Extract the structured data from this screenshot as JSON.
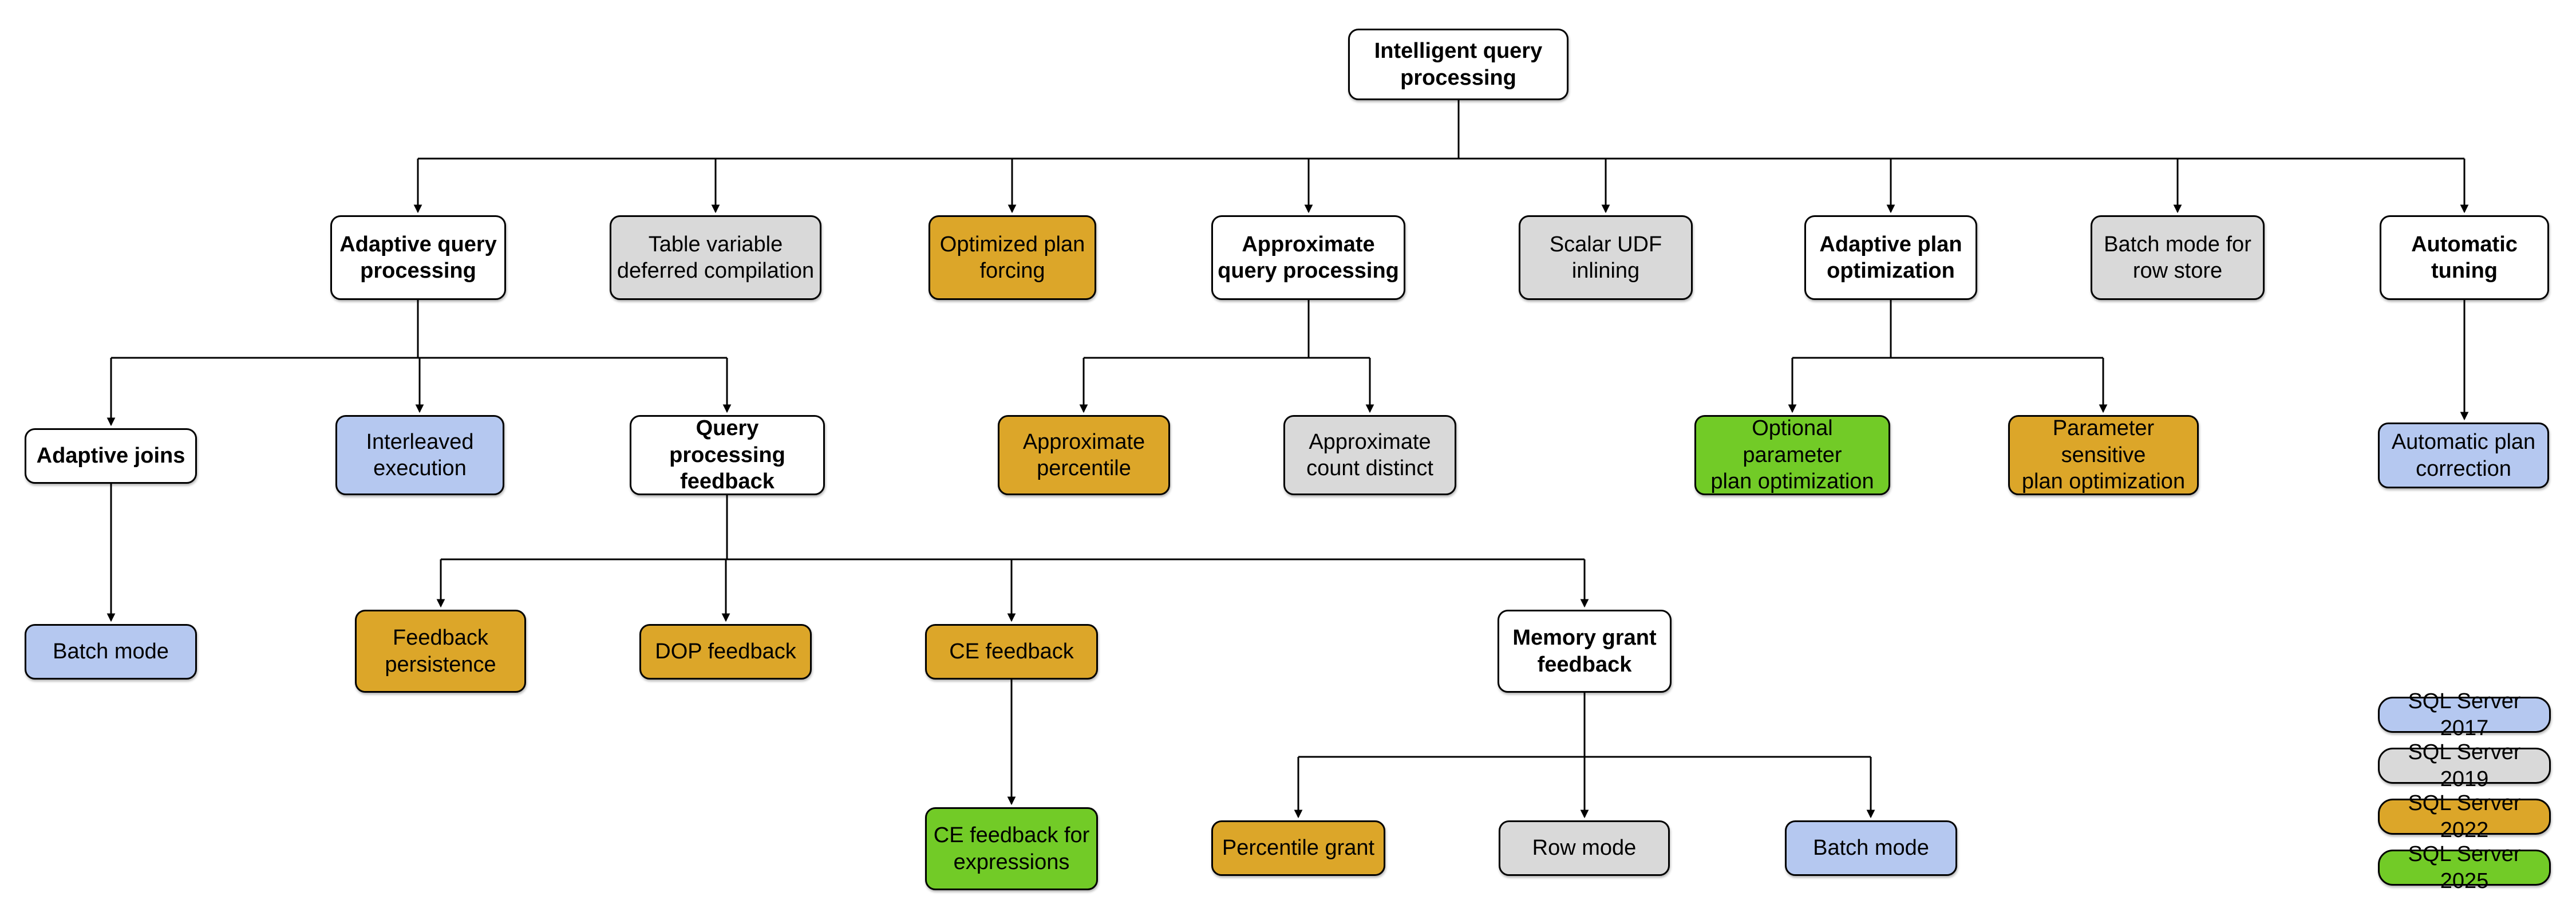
{
  "diagram_title": "Intelligent query processing",
  "style": {
    "connector_color": "#000000",
    "node_border_color": "#000000",
    "background": "#FFFFFF"
  },
  "nodes": [
    {
      "id": "intelligent-query-processing",
      "label": "Intelligent query\nprocessing",
      "version": "none"
    },
    {
      "id": "adaptive-query-processing",
      "label": "Adaptive query\nprocessing",
      "version": "none"
    },
    {
      "id": "table-variable-deferred-compilation",
      "label": "Table variable\ndeferred compilation",
      "version": "2019"
    },
    {
      "id": "optimized-plan-forcing",
      "label": "Optimized plan\nforcing",
      "version": "2022"
    },
    {
      "id": "approximate-query-processing",
      "label": "Approximate\nquery processing",
      "version": "none"
    },
    {
      "id": "scalar-udf-inlining",
      "label": "Scalar UDF\ninlining",
      "version": "2019"
    },
    {
      "id": "adaptive-plan-optimization",
      "label": "Adaptive plan\noptimization",
      "version": "none"
    },
    {
      "id": "batch-mode-for-row-store",
      "label": "Batch mode for\nrow store",
      "version": "2019"
    },
    {
      "id": "automatic-tuning",
      "label": "Automatic\ntuning",
      "version": "none"
    },
    {
      "id": "adaptive-joins",
      "label": "Adaptive joins",
      "version": "none"
    },
    {
      "id": "interleaved-execution",
      "label": "Interleaved\nexecution",
      "version": "2017"
    },
    {
      "id": "query-processing-feedback",
      "label": "Query processing\nfeedback",
      "version": "none"
    },
    {
      "id": "approximate-percentile",
      "label": "Approximate\npercentile",
      "version": "2022"
    },
    {
      "id": "approximate-count-distinct",
      "label": "Approximate\ncount distinct",
      "version": "2019"
    },
    {
      "id": "optional-parameter-plan-optimization",
      "label": "Optional parameter\nplan optimization",
      "version": "2025"
    },
    {
      "id": "parameter-sensitive-plan-optimization",
      "label": "Parameter sensitive\nplan optimization",
      "version": "2022"
    },
    {
      "id": "automatic-plan-correction",
      "label": "Automatic plan\ncorrection",
      "version": "2017"
    },
    {
      "id": "batch-mode-adaptive-joins",
      "label": "Batch mode",
      "version": "2017"
    },
    {
      "id": "feedback-persistence",
      "label": "Feedback\npersistence",
      "version": "2022"
    },
    {
      "id": "dop-feedback",
      "label": "DOP feedback",
      "version": "2022"
    },
    {
      "id": "ce-feedback",
      "label": "CE feedback",
      "version": "2022"
    },
    {
      "id": "memory-grant-feedback",
      "label": "Memory grant\nfeedback",
      "version": "none"
    },
    {
      "id": "ce-feedback-for-expressions",
      "label": "CE feedback for\nexpressions",
      "version": "2025"
    },
    {
      "id": "percentile-grant",
      "label": "Percentile grant",
      "version": "2022"
    },
    {
      "id": "row-mode",
      "label": "Row mode",
      "version": "2019"
    },
    {
      "id": "batch-mode-memory-grant",
      "label": "Batch mode",
      "version": "2017"
    }
  ],
  "legend": [
    {
      "label": "SQL Server 2017",
      "color": "#B5C8F0"
    },
    {
      "label": "SQL Server 2019",
      "color": "#D9D9D9"
    },
    {
      "label": "SQL Server 2022",
      "color": "#DCA629"
    },
    {
      "label": "SQL Server 2025",
      "color": "#72CB27"
    }
  ]
}
